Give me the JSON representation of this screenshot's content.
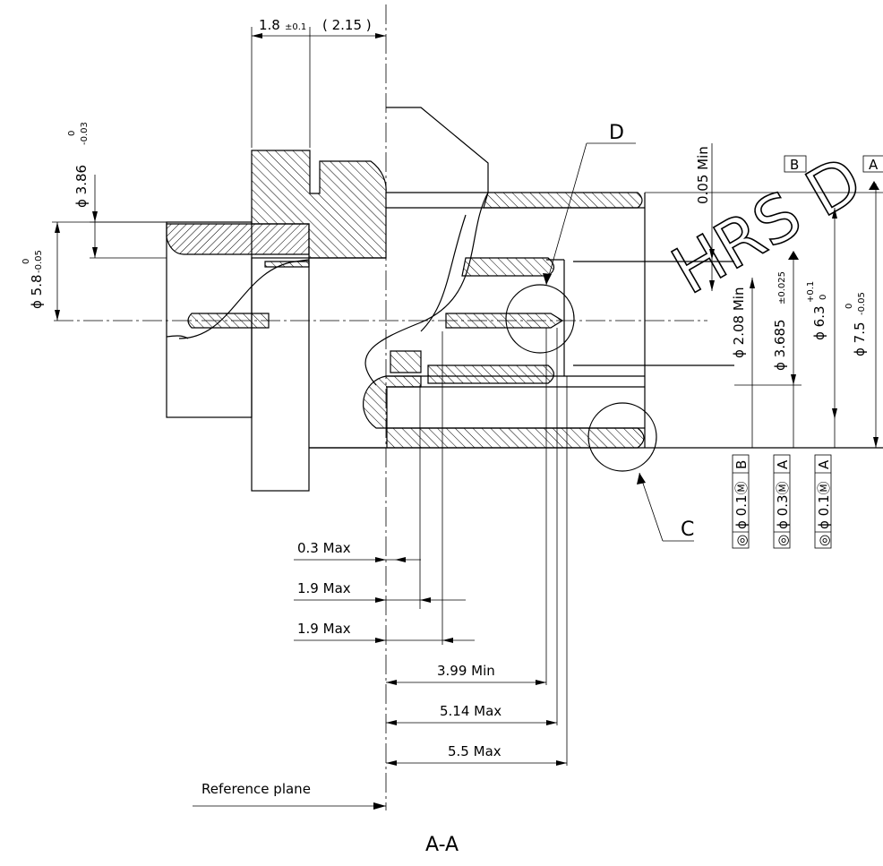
{
  "view": {
    "section_label": "A-A",
    "reference_plane_label": "Reference plane",
    "watermark": "HRS D"
  },
  "detail_marks": {
    "d": "D",
    "c": "C"
  },
  "datums": {
    "a": "A",
    "b": "B"
  },
  "dimensions": {
    "top_thickness": "1.8",
    "top_thickness_tol": "±0.1",
    "top_gap": "( 2.15 )",
    "dia_386": "ϕ 3.86",
    "dia_386_upper": "0",
    "dia_386_lower": "-0.03",
    "dia_58": "ϕ 5.8",
    "dia_58_upper": "0",
    "dia_58_lower": "-0.05",
    "min_005": "0.05 Min",
    "dia_208": "ϕ 2.08 Min",
    "dia_3685": "ϕ 3.685",
    "dia_3685_tol": "±0.025",
    "dia_63": "ϕ 6.3",
    "dia_63_upper": "+0.1",
    "dia_63_lower": "0",
    "dia_75": "ϕ 7.5",
    "dia_75_upper": "0",
    "dia_75_lower": "-0.05",
    "max_03": "0.3 Max",
    "max_19a": "1.9 Max",
    "max_19b": "1.9 Max",
    "min_399": "3.99 Min",
    "max_514": "5.14 Max",
    "max_55": "5.5 Max"
  },
  "tolerance_frames": [
    {
      "symbol": "◎",
      "value": "ϕ 0.1Ⓜ",
      "datum": "B"
    },
    {
      "symbol": "◎",
      "value": "ϕ 0.3Ⓜ",
      "datum": "A"
    },
    {
      "symbol": "◎",
      "value": "ϕ 0.1Ⓜ",
      "datum": "A"
    }
  ]
}
